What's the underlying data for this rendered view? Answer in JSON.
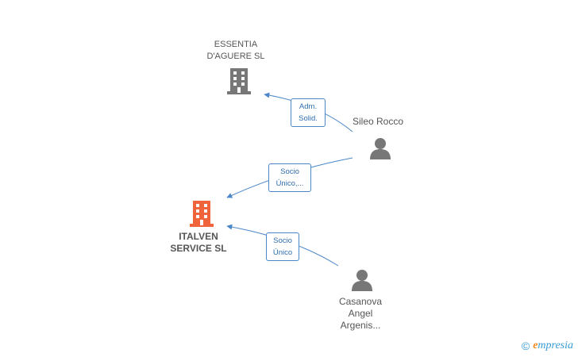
{
  "nodes": {
    "essentia": {
      "name": "ESSENTIA\nD'AGUERE SL"
    },
    "italven": {
      "name": "ITALVEN\nSERVICE SL"
    },
    "sileo": {
      "name": "Sileo Rocco"
    },
    "casanova": {
      "name": "Casanova\nAngel\nArgenis..."
    }
  },
  "edges": {
    "sileo_essentia": {
      "label": "Adm.\nSolid."
    },
    "sileo_italven": {
      "label": "Socio\nÚnico,..."
    },
    "casanova_italven": {
      "label": "Socio\nÚnico"
    }
  },
  "footer": {
    "copyright": "©",
    "brand_first": "e",
    "brand_rest": "mpresia"
  },
  "colors": {
    "company": "#777777",
    "main_company": "#f0643c",
    "person": "#777777",
    "edge": "#4a86c8"
  }
}
